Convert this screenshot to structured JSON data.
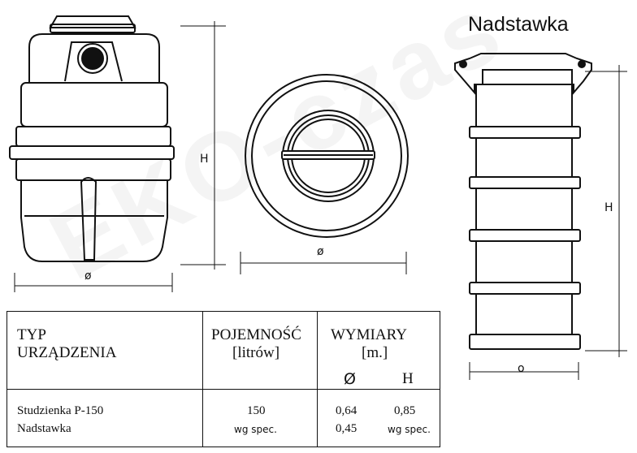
{
  "watermark": "EKO-czas",
  "drawing": {
    "labels": {
      "left_height": "H",
      "left_diameter": "ø",
      "top_view_diameter": "ø",
      "extension_title": "Nadstawka",
      "extension_height": "H",
      "extension_width": "o"
    }
  },
  "table": {
    "headers": {
      "type": [
        "TYP",
        "URZĄDZENIA"
      ],
      "capacity": [
        "POJEMNOŚĆ",
        "[litrów]"
      ],
      "dimensions": [
        "WYMIARY",
        "[m.]"
      ],
      "diameter": "Ø",
      "height": "H"
    },
    "rows": [
      {
        "type": "Studzienka P-150",
        "capacity": "150",
        "diameter": "0,64",
        "height": "0,85"
      },
      {
        "type": "Nadstawka",
        "capacity": "wg spec.",
        "diameter": "0,45",
        "height": "wg spec."
      }
    ]
  },
  "colors": {
    "line": "#111111",
    "background": "#ffffff"
  }
}
